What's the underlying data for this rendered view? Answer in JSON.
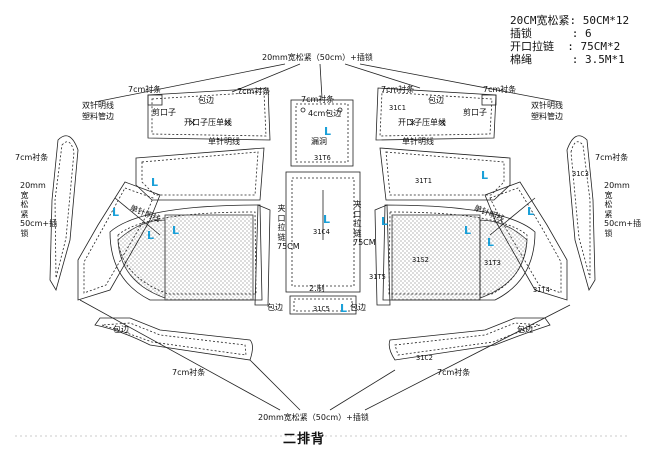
{
  "specs": {
    "line1": "20CM宽松紧: 50CM*12",
    "line2": "插锁      : 6",
    "line3": "开口拉链  : 75CM*2",
    "line4": "棉绳      : 3.5M*1"
  },
  "labels": {
    "top_elastic": "20mm宽松紧（50cm）+插锁",
    "bottom_elastic": "20mm宽松紧（50cm）+插锁",
    "strip_7cm": "7cm衬条",
    "edge_trim": "包边",
    "cut_slit": "剪口子",
    "slit_single": "开口子压单线",
    "single_topstitch": "单针明线",
    "double_topstitch": "双针明线",
    "plastic_pipe": "塑料管边",
    "wrap_4cm": "4cm包边",
    "drain_hole": "漏洞",
    "zipper_left": "夹口拉链75CM",
    "zipper_right": "夹口拉链75CM",
    "elastic_side": "20mm宽松紧50cm+插锁",
    "make_2": "2.制",
    "title": "二排背",
    "L": "L"
  },
  "codes": {
    "c1": "31C1",
    "c2": "31C2",
    "c3": "31C3",
    "c4": "31C4",
    "c5": "31C5",
    "t1": "31T1",
    "t3": "31T3",
    "t4": "31T4",
    "t5": "31T5",
    "t6": "31T6",
    "s2": "31S2"
  }
}
